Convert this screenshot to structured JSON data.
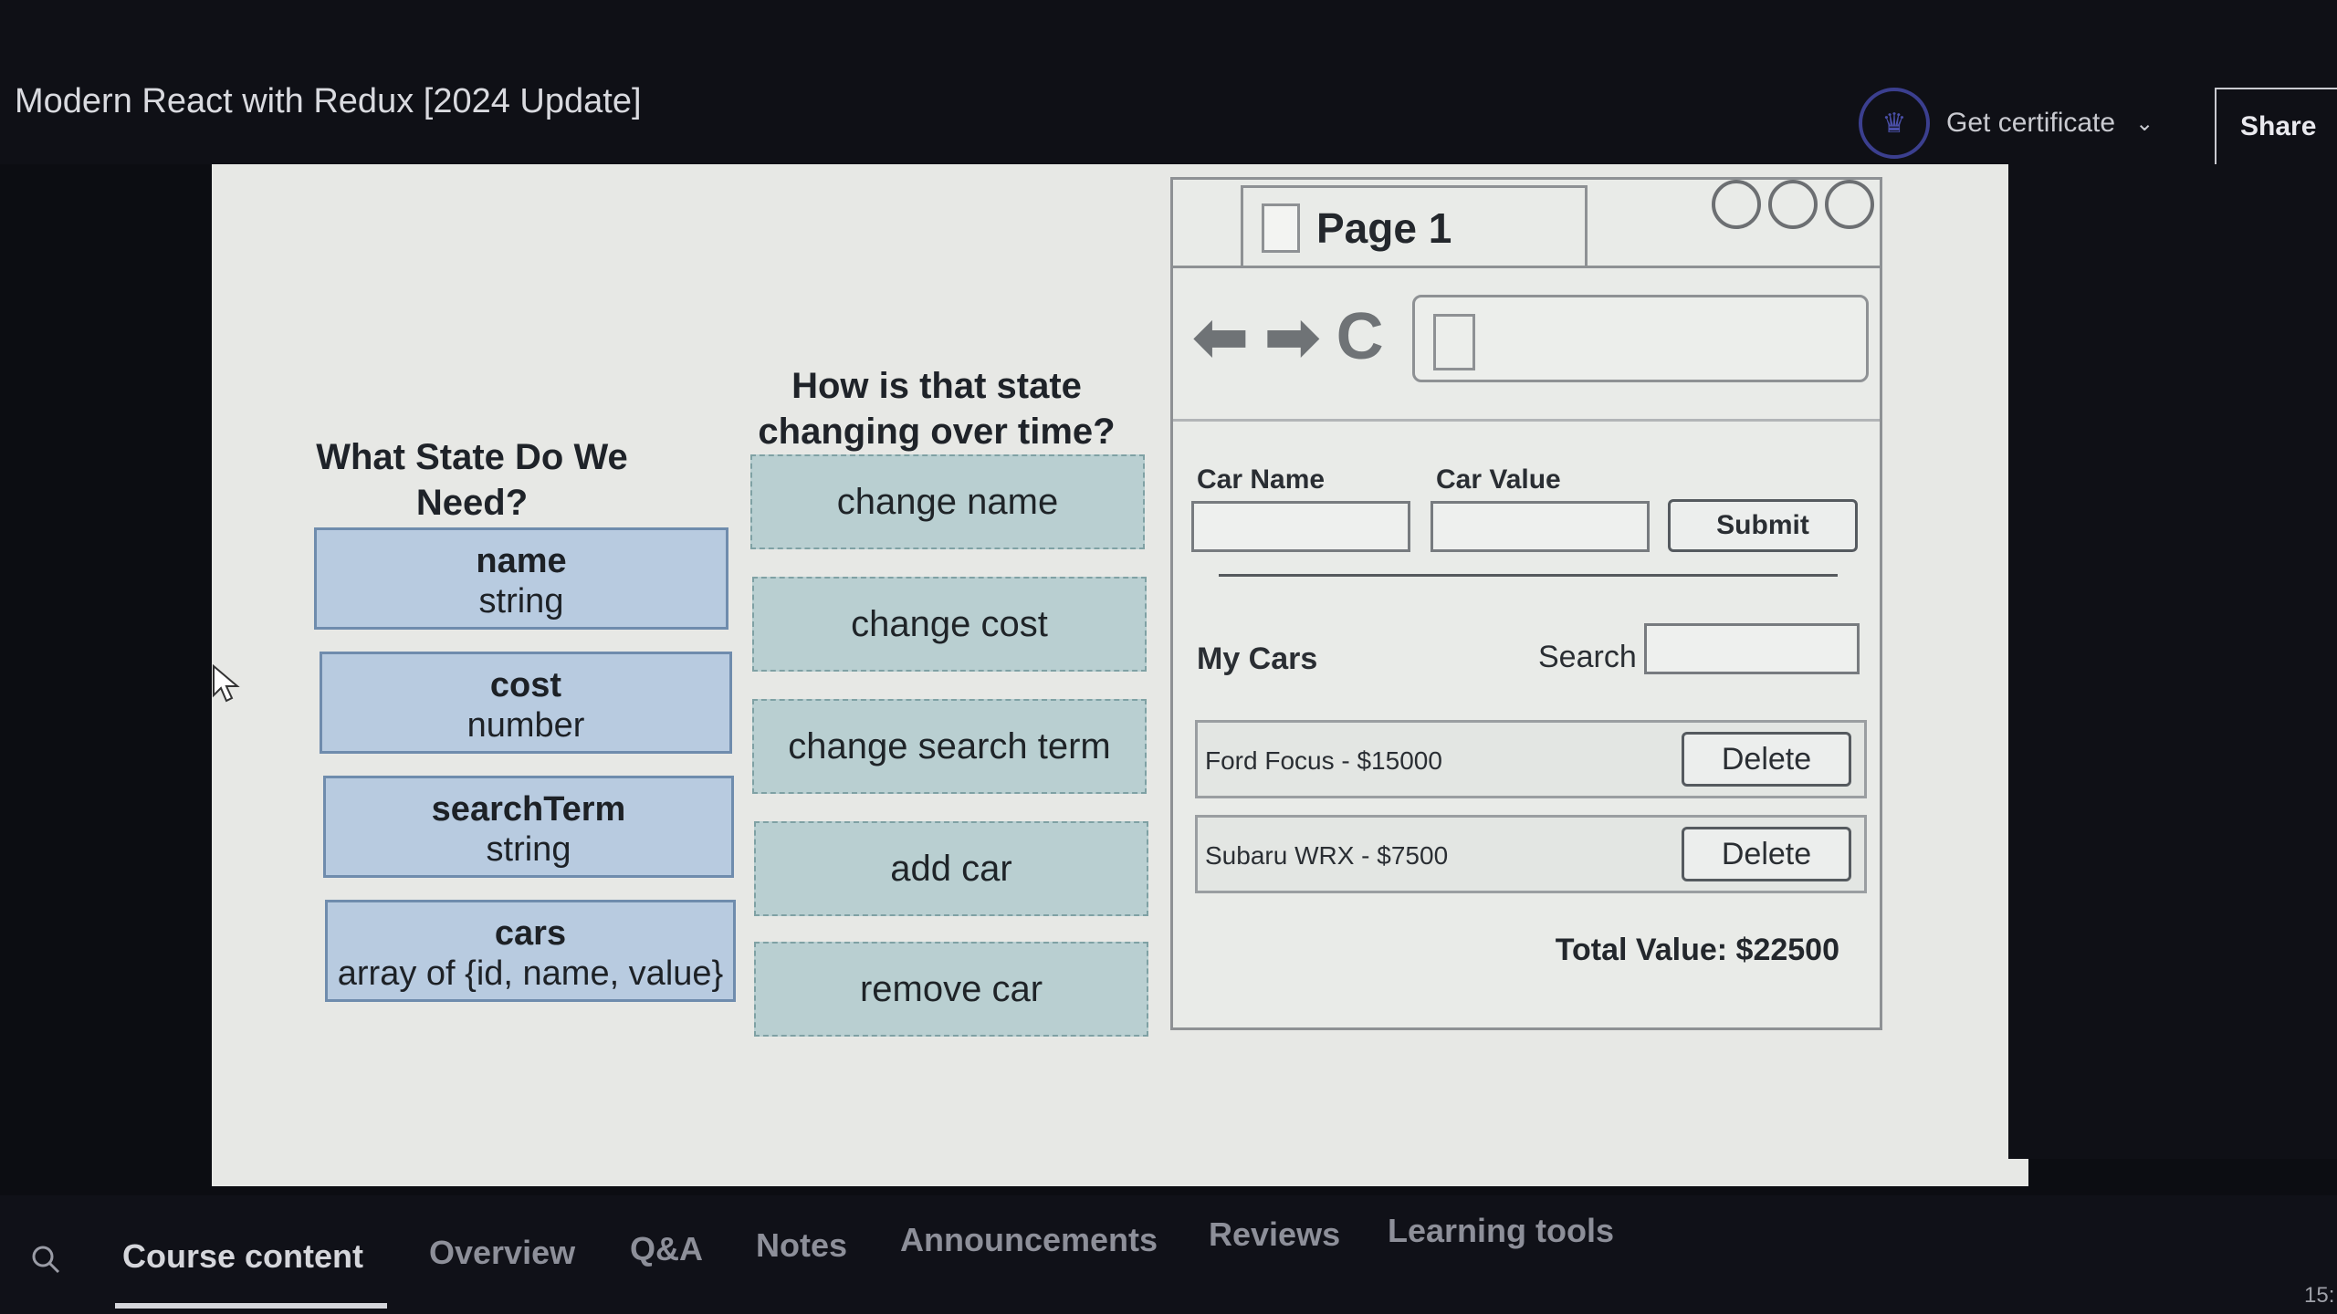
{
  "course": {
    "title": "Modern React with Redux [2024 Update]"
  },
  "header": {
    "certificate_label": "Get certificate",
    "share_label": "Share"
  },
  "slide": {
    "left_heading": "What State Do We Need?",
    "state_items": [
      {
        "name": "name",
        "type": "string"
      },
      {
        "name": "cost",
        "type": "number"
      },
      {
        "name": "searchTerm",
        "type": "string"
      },
      {
        "name": "cars",
        "type": "array of {id, name, value}"
      }
    ],
    "middle_heading": "How is that state changing over time?",
    "changes": [
      "change name",
      "change cost",
      "change search term",
      "add car",
      "remove car"
    ],
    "browser": {
      "tab_label": "Page 1",
      "car_name_label": "Car Name",
      "car_value_label": "Car Value",
      "submit_label": "Submit",
      "my_cars_label": "My Cars",
      "search_label": "Search",
      "cars": [
        {
          "text": "Ford Focus - $15000",
          "delete_label": "Delete"
        },
        {
          "text": "Subaru WRX - $7500",
          "delete_label": "Delete"
        }
      ],
      "total_label": "Total Value:",
      "total_value": "$22500"
    }
  },
  "bottom_tabs": {
    "items": [
      "Course content",
      "Overview",
      "Q&A",
      "Notes",
      "Announcements",
      "Reviews",
      "Learning tools"
    ],
    "active": "Course content"
  },
  "clock": "15:"
}
